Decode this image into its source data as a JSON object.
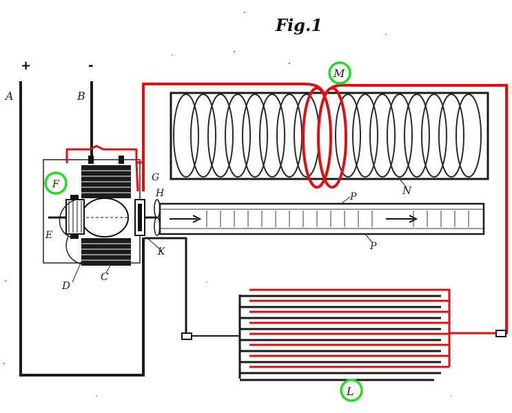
{
  "title": "Fig.1",
  "terminals": {
    "plus": "+",
    "minus": "-"
  },
  "labels": {
    "A": "A",
    "B": "B",
    "C": "C",
    "D": "D",
    "E": "E",
    "F": "F",
    "G": "G",
    "H": "H",
    "K": "K",
    "L": "L",
    "M": "M",
    "N": "N",
    "P_upper": "P",
    "P_lower": "P"
  },
  "highlighted_labels": [
    "F",
    "M",
    "L"
  ],
  "colors": {
    "ink": "#1a1a1a",
    "highlight_wire": "#e01010",
    "circle_marker": "#22dd22",
    "paper": "#ffffff"
  }
}
